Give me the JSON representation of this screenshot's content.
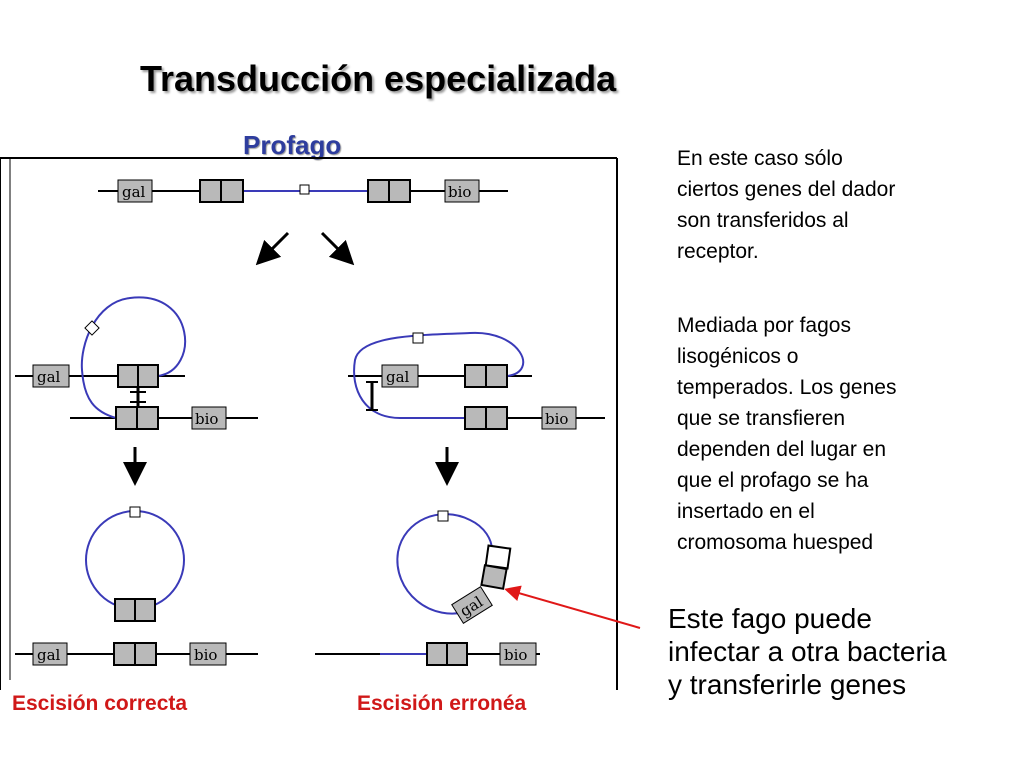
{
  "title": "Transducción especializada",
  "profago_label": "Profago",
  "text_blocks": [
    "En este caso sólo\nciertos genes del dador\nson transferidos al\nreceptor.",
    "Mediada por fagos\nlisogénicos o\ntemperados. Los genes\nque se transfieren\ndependen del lugar en\nque el profago se ha\ninsertado en el\ncromosoma huesped"
  ],
  "callout": "Este fago puede\ninfectar a otra bacteria\ny transferirle genes",
  "captions": {
    "left": "Escisión correcta",
    "right": "Escisión erronéa"
  },
  "gene_labels": {
    "gal": "gal",
    "bio": "bio"
  },
  "colors": {
    "phage_dna": "#3a3ab8",
    "caption": "#d01818",
    "subtitle": "#2e3d9e",
    "gene_box": "#b9b9b9",
    "arrow_red": "#e01818"
  }
}
